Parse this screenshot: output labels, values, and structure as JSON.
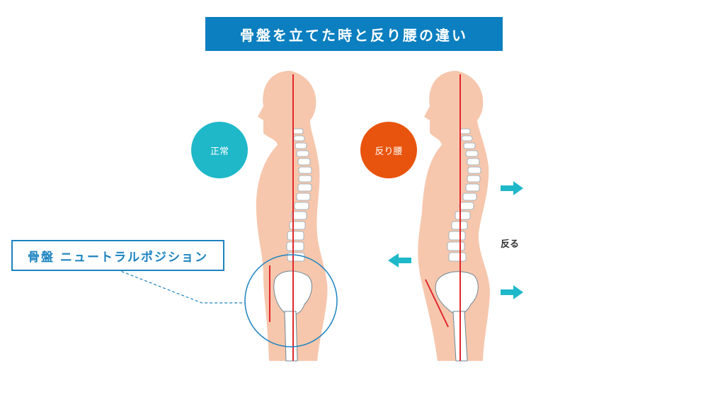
{
  "title": "骨盤を立てた時と反り腰の違い",
  "badges": {
    "normal": {
      "label": "正常",
      "color": "#1fb8c9"
    },
    "sway": {
      "label": "反り腰",
      "color": "#e8540d"
    }
  },
  "callout_label": "骨盤 ニュートラルポジション",
  "arrow_annotation": "反る",
  "colors": {
    "title_bg": "#0b7fc0",
    "skin": "#f6c7ad",
    "line": "#e0262b",
    "arrow": "#1fb8c9",
    "callout": "#1d83c0"
  }
}
